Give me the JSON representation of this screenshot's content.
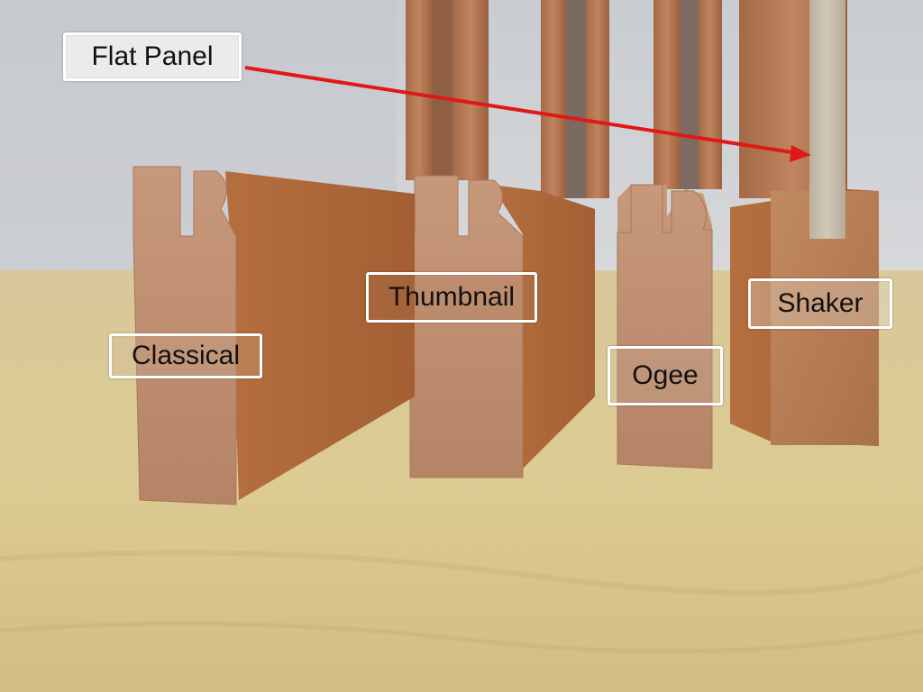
{
  "labels": {
    "flat_panel": "Flat Panel",
    "thumbnail": "Thumbnail",
    "classical": "Classical",
    "ogee": "Ogee",
    "shaker": "Shaker"
  },
  "colors": {
    "arrow": "#e01818",
    "label_border": "#ffffff",
    "label_text": "#111111"
  }
}
